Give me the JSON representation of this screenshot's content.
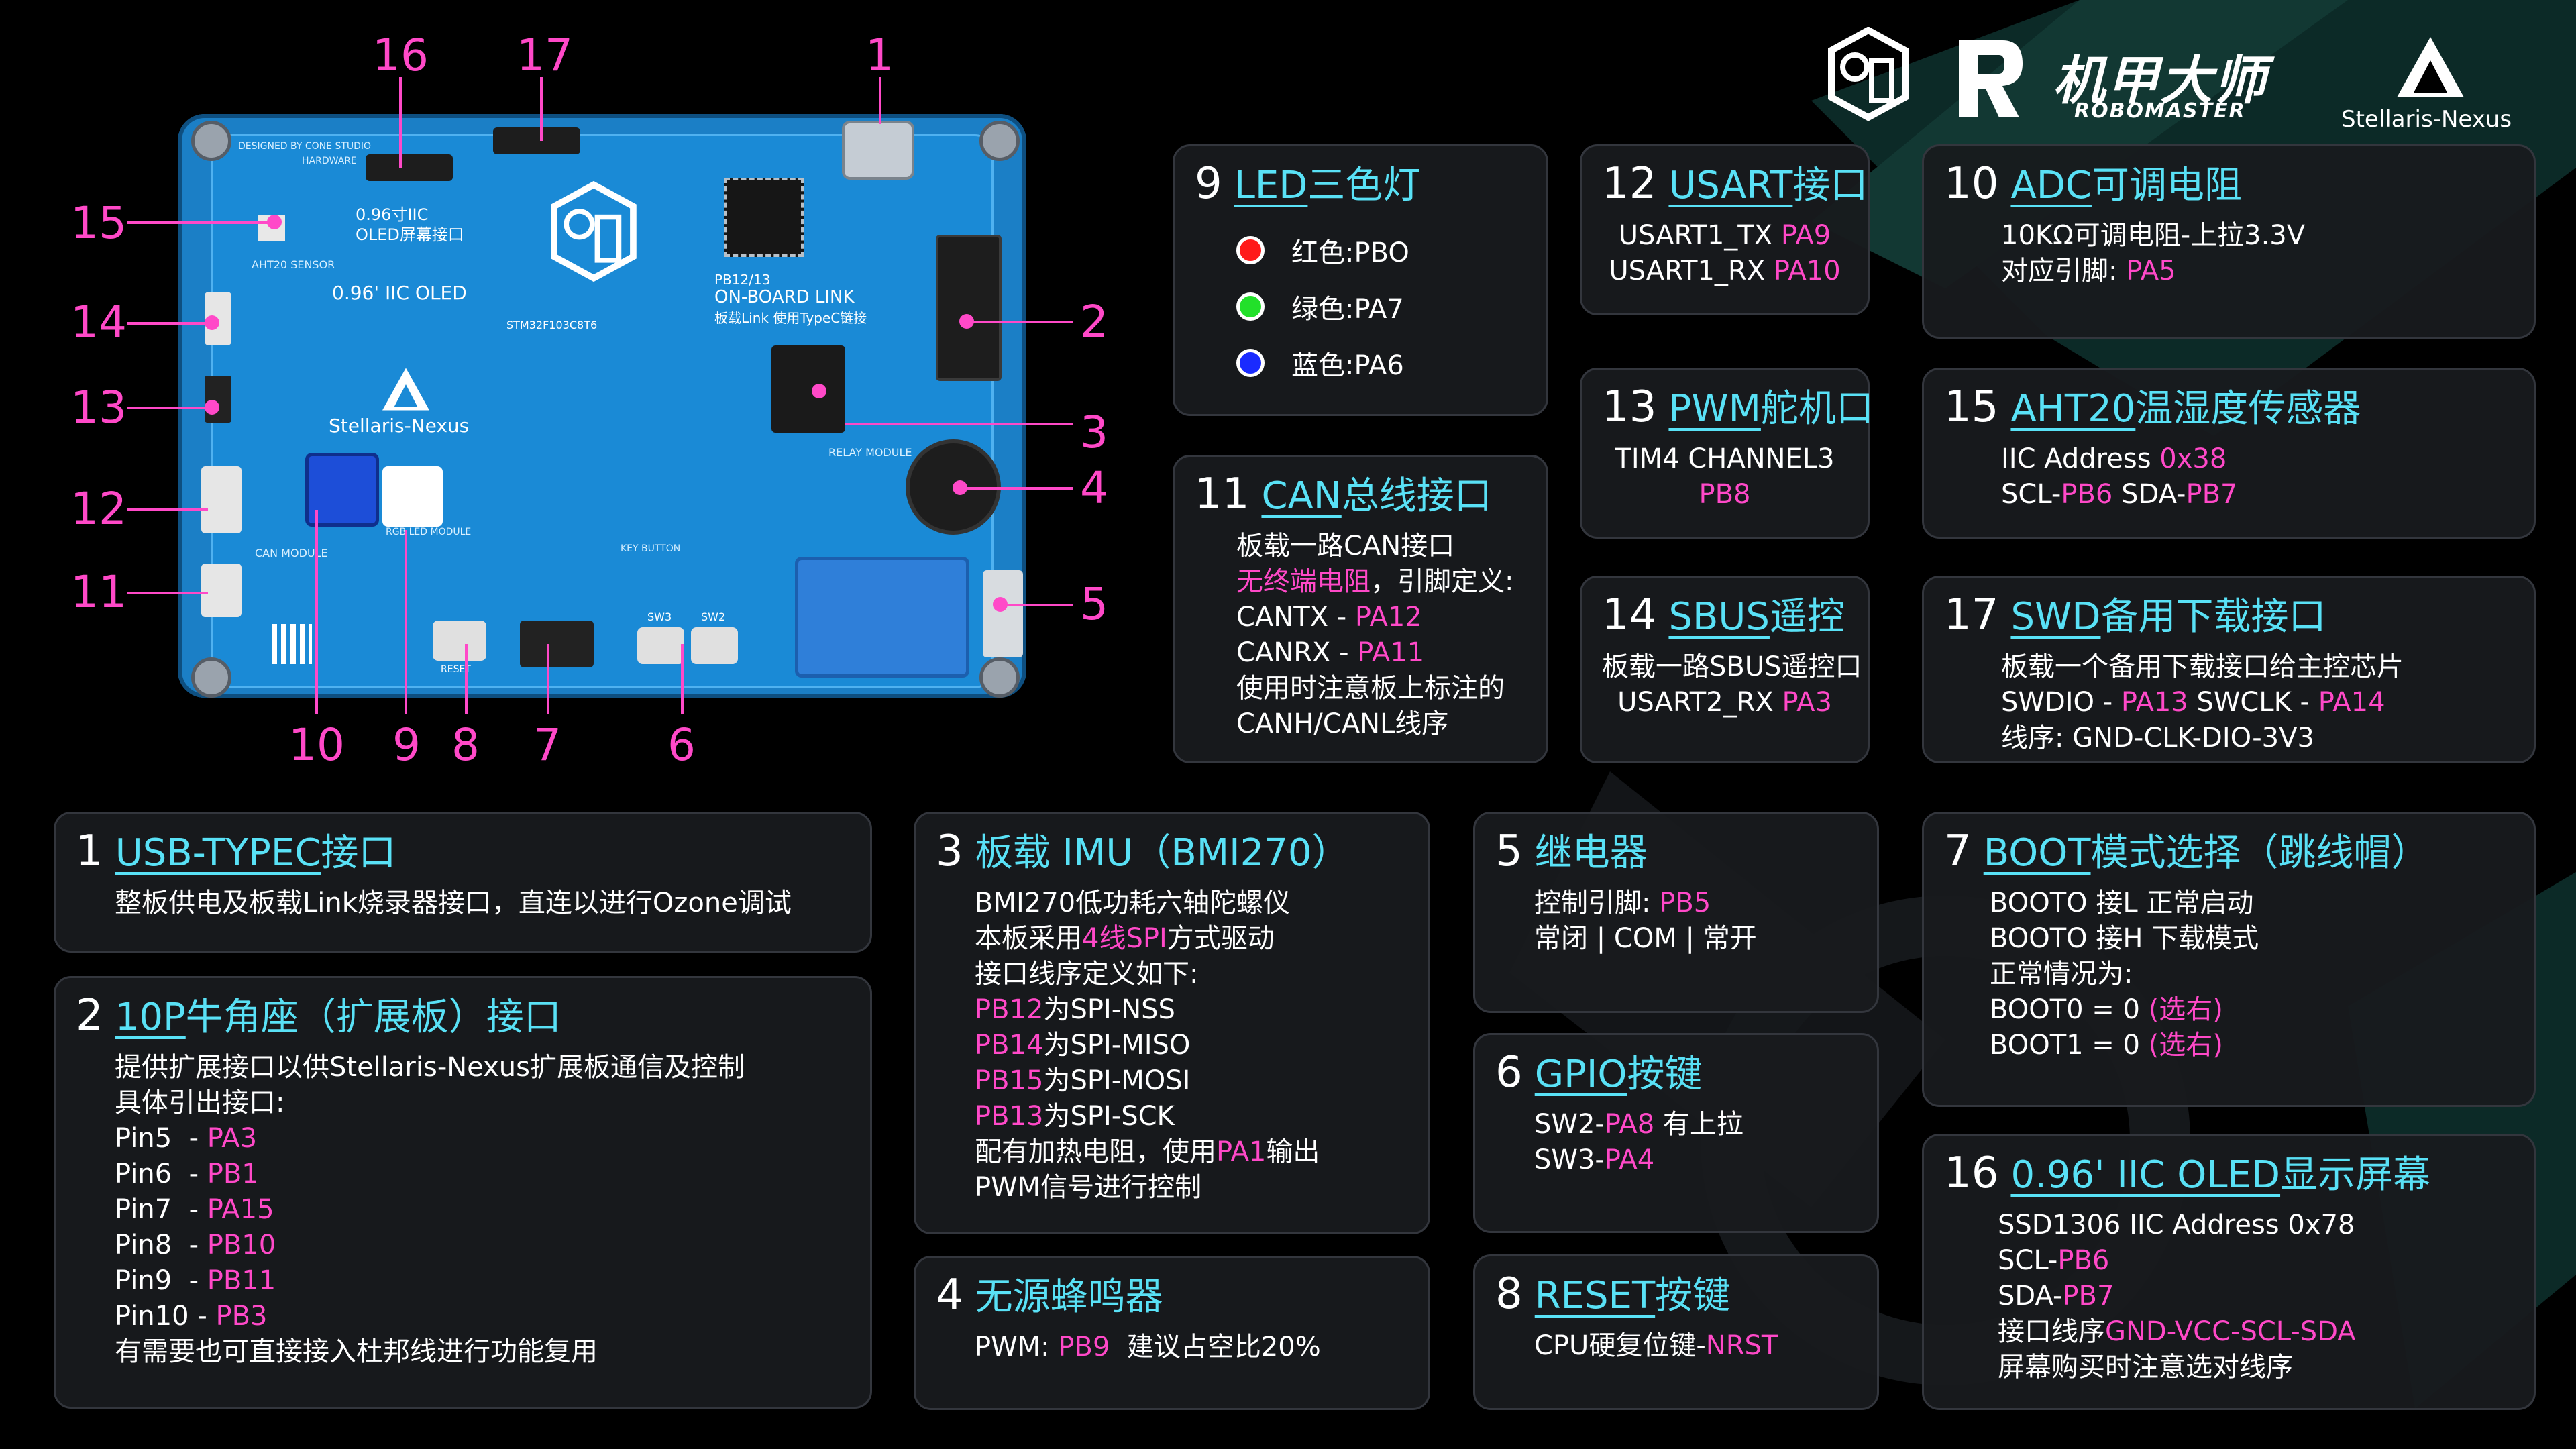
{
  "logos": {
    "brand_main": "机甲大师",
    "brand_sub": "ROBOMASTER",
    "brand_partner": "Stellaris-Nexus"
  },
  "board": {
    "text_designed": "DESIGNED BY CONE STUDIO",
    "text_hw": "HARDWARE",
    "text_oled_cn": "0.96寸IIC",
    "text_oled_cn2": "OLED屏幕接口",
    "text_oled_en": "0.96' IIC OLED",
    "text_link1": "PB12/13",
    "text_link2": "ON-BOARD LINK",
    "text_link3": "板载Link 使用TypeC链接",
    "text_mcu": "STM32F103C8T6",
    "text_aht": "AHT20 SENSOR",
    "text_brand": "Stellaris-Nexus",
    "text_relay": "RELAY MODULE",
    "text_can": "CAN MODULE",
    "text_led": "RGB LED MODULE",
    "text_key": "KEY BUTTON",
    "text_reset": "RESET",
    "text_sw3": "SW3",
    "text_sw2": "SW2"
  },
  "callouts": [
    "1",
    "2",
    "3",
    "4",
    "5",
    "6",
    "7",
    "8",
    "9",
    "10",
    "11",
    "12",
    "13",
    "14",
    "15",
    "16",
    "17"
  ],
  "cards": {
    "c9": {
      "num": "9",
      "title_en": "LED",
      "title_cn": "三色灯",
      "leds": [
        {
          "label": "红色:PBO",
          "color": "#ff1a1a"
        },
        {
          "label": "绿色:PA7",
          "color": "#22e02a"
        },
        {
          "label": "蓝色:PA6",
          "color": "#1a2bff"
        }
      ]
    },
    "c12": {
      "num": "12",
      "title_en": "USART",
      "title_cn": "接口",
      "l1a": "USART1_TX ",
      "l1b": "PA9",
      "l2a": "USART1_RX ",
      "l2b": "PA10"
    },
    "c10": {
      "num": "10",
      "title_en": "ADC",
      "title_cn": "可调电阻",
      "l1": "10KΩ可调电阻-上拉3.3V",
      "l2a": "对应引脚: ",
      "l2b": "PA5"
    },
    "c13": {
      "num": "13",
      "title_en": "PWM",
      "title_cn": "舵机口",
      "l1": "TIM4 CHANNEL3",
      "l2": "PB8"
    },
    "c15": {
      "num": "15",
      "title_en": "AHT20",
      "title_cn": "温湿度传感器",
      "l1a": "IIC Address ",
      "l1b": "0x38",
      "l2a": "SCL-",
      "l2b": "PB6",
      "l2c": " SDA-",
      "l2d": "PB7"
    },
    "c11": {
      "num": "11",
      "title_en": "CAN",
      "title_cn": "总线接口",
      "l1": "板载一路CAN接口",
      "l2a": "无终端电阻",
      "l2b": "，引脚定义:",
      "l3a": "CANTX - ",
      "l3b": "PA12",
      "l4a": "CANRX - ",
      "l4b": "PA11",
      "l5": "使用时注意板上标注的",
      "l6": "CANH/CANL线序"
    },
    "c14": {
      "num": "14",
      "title_en": "SBUS",
      "title_cn": "遥控",
      "l1": "板载一路SBUS遥控口",
      "l2a": "USART2_RX ",
      "l2b": "PA3"
    },
    "c17": {
      "num": "17",
      "title_en": "SWD",
      "title_cn": "备用下载接口",
      "l1": "板载一个备用下载接口给主控芯片",
      "l2a": "SWDIO - ",
      "l2b": "PA13",
      "l2c": " SWCLK - ",
      "l2d": "PA14",
      "l3": "线序: GND-CLK-DIO-3V3"
    },
    "c1": {
      "num": "1",
      "title_en": "USB-TYPEC",
      "title_cn": "接口",
      "l1": "整板供电及板载Link烧录器接口，直连以进行Ozone调试"
    },
    "c2": {
      "num": "2",
      "title_en": "10P",
      "title_cn": "牛角座（扩展板）接口",
      "l1": "提供扩展接口以供Stellaris-Nexus扩展板通信及控制",
      "l2": "具体引出接口:",
      "pins": [
        {
          "a": "Pin5  - ",
          "b": "PA3"
        },
        {
          "a": "Pin6  - ",
          "b": "PB1"
        },
        {
          "a": "Pin7  - ",
          "b": "PA15"
        },
        {
          "a": "Pin8  - ",
          "b": "PB10"
        },
        {
          "a": "Pin9  - ",
          "b": "PB11"
        },
        {
          "a": "Pin10 - ",
          "b": "PB3"
        }
      ],
      "l3": "有需要也可直接接入杜邦线进行功能复用"
    },
    "c3": {
      "num": "3",
      "title_cn": "板载 IMU（BMI270）",
      "l1": "BMI270低功耗六轴陀螺仪",
      "l2a": "本板采用",
      "l2b": "4线SPI",
      "l2c": "方式驱动",
      "l3": "接口线序定义如下:",
      "spi": [
        {
          "a": "PB12",
          "b": "为SPI-NSS"
        },
        {
          "a": "PB14",
          "b": "为SPI-MISO"
        },
        {
          "a": "PB15",
          "b": "为SPI-MOSI"
        },
        {
          "a": "PB13",
          "b": "为SPI-SCK"
        }
      ],
      "l4a": "配有加热电阻，使用",
      "l4b": "PA1",
      "l4c": "输出",
      "l5": "PWM信号进行控制"
    },
    "c4": {
      "num": "4",
      "title_cn": "无源蜂鸣器",
      "l1a": "PWM: ",
      "l1b": "PB9",
      "l1c": "  建议占空比20%"
    },
    "c5": {
      "num": "5",
      "title_cn": "继电器",
      "l1a": "控制引脚: ",
      "l1b": "PB5",
      "l2": "常闭 | COM | 常开"
    },
    "c6": {
      "num": "6",
      "title_en": "GPIO",
      "title_cn": "按键",
      "l1a": "SW2-",
      "l1b": "PA8",
      "l1c": " 有上拉",
      "l2a": "SW3-",
      "l2b": "PA4"
    },
    "c8": {
      "num": "8",
      "title_en": "RESET",
      "title_cn": "按键",
      "l1a": "CPU硬复位键-",
      "l1b": "NRST"
    },
    "c7": {
      "num": "7",
      "title_en": "BOOT",
      "title_cn": "模式选择（跳线帽）",
      "l1": "BOOTO 接L 正常启动",
      "l2": "BOOTO 接H 下载模式",
      "l3": "正常情况为:",
      "l4a": "BOOT0 = 0 ",
      "l4b": "(选右)",
      "l5a": "BOOT1 = 0 ",
      "l5b": "(选右)"
    },
    "c16": {
      "num": "16",
      "title_en": "0.96' IIC OLED",
      "title_cn": "显示屏幕",
      "l1": "SSD1306 IIC Address 0x78",
      "l2a": "SCL-",
      "l2b": "PB6",
      "l3a": "SDA-",
      "l3b": "PB7",
      "l4a": "接口线序",
      "l4b": "GND-VCC-SCL-SDA",
      "l5": "屏幕购买时注意选对线序"
    }
  }
}
